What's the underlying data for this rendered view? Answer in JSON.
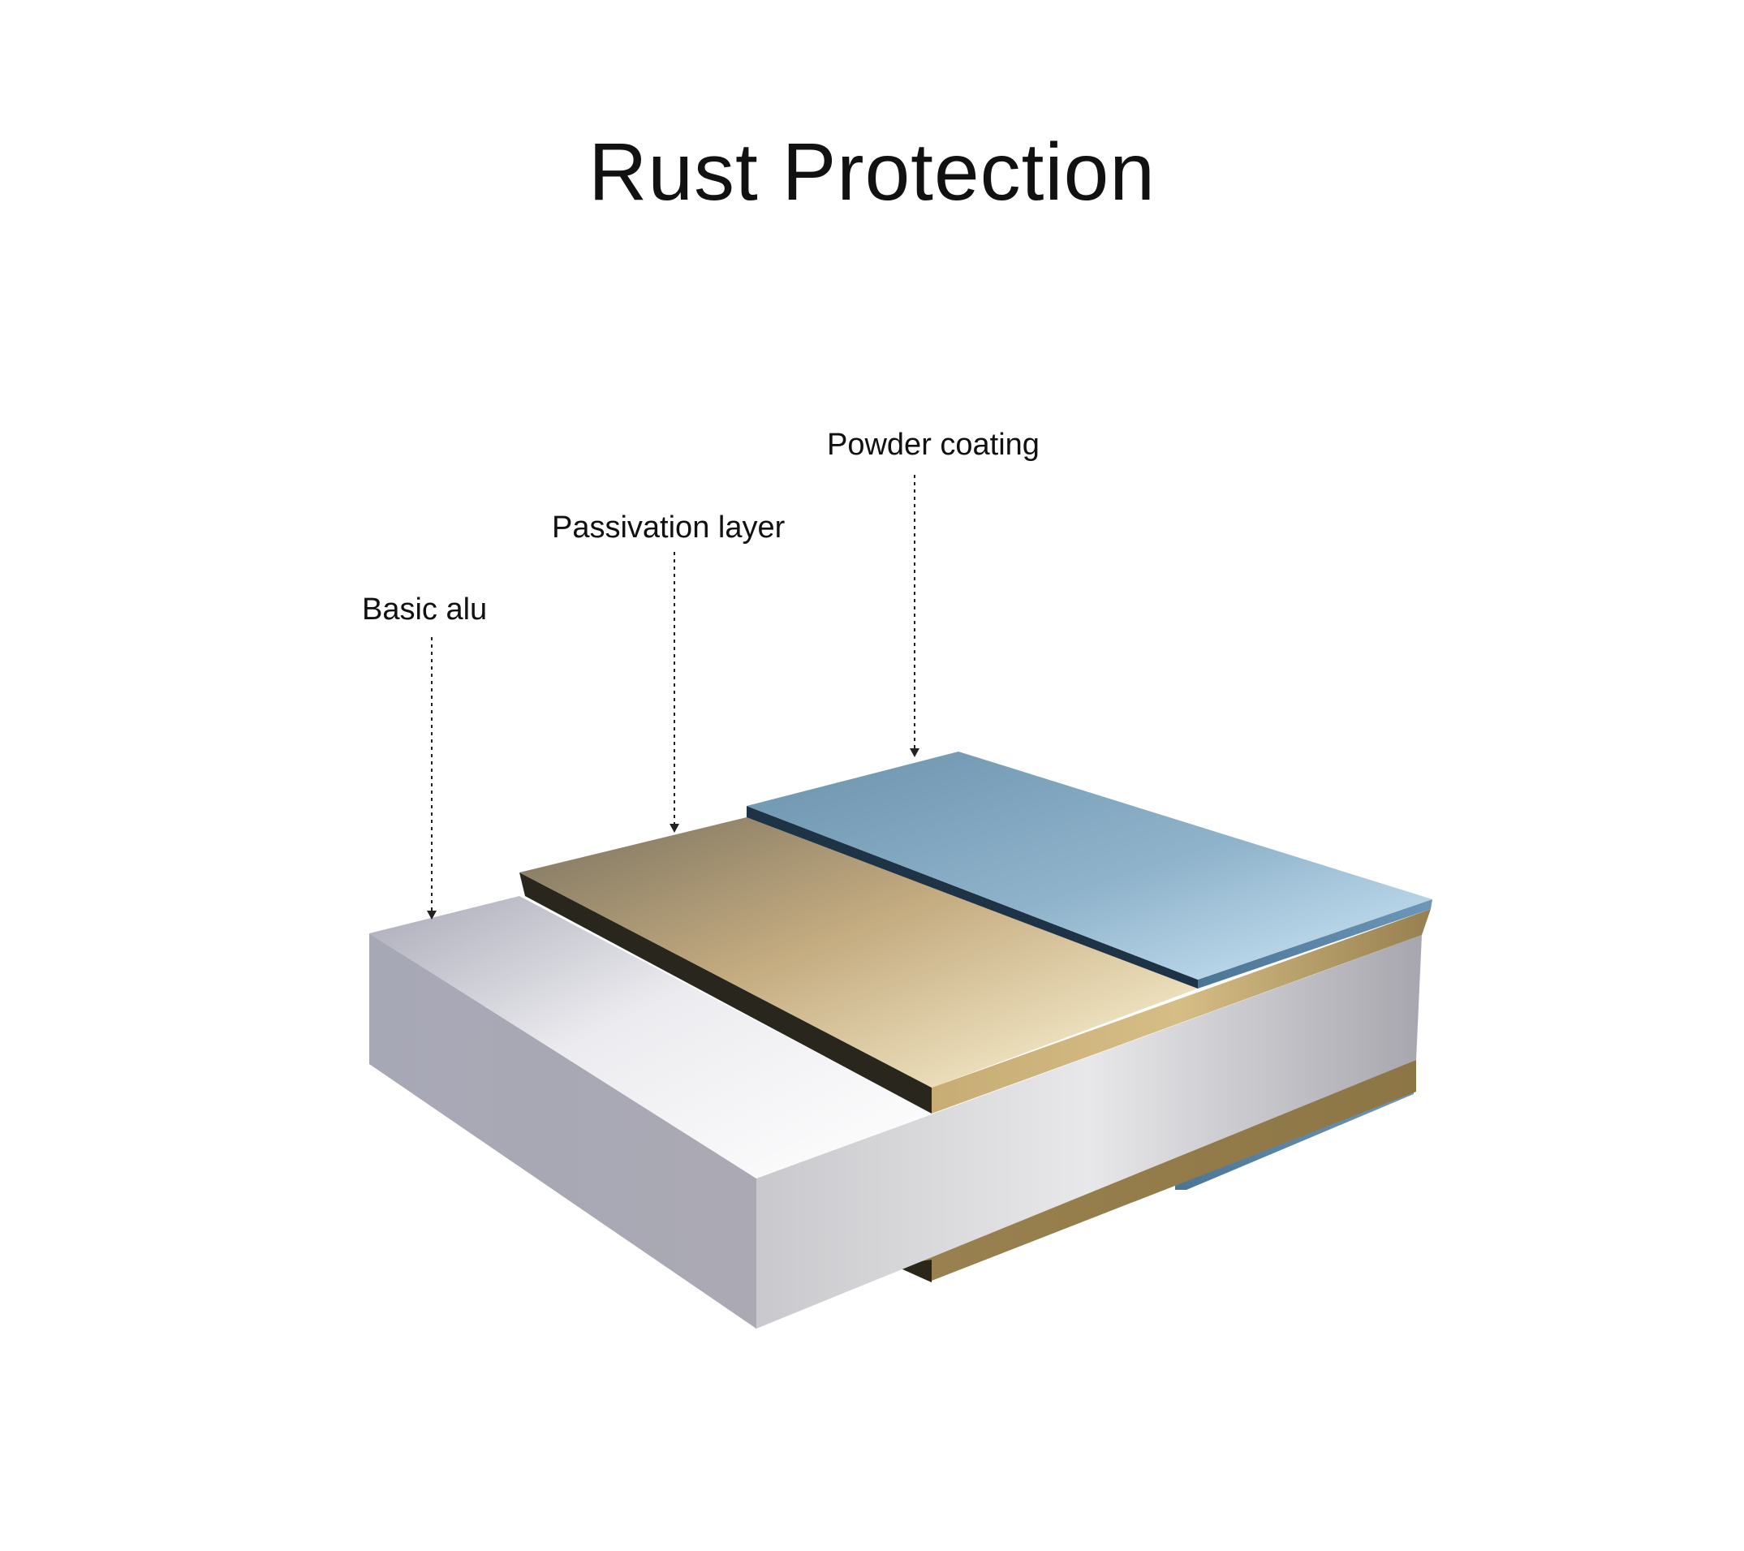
{
  "title": "Rust Protection",
  "callouts": {
    "basic_alu": "Basic alu",
    "passivation_layer": "Passivation layer",
    "powder_coating": "Powder coating"
  },
  "colors": {
    "aluminium": "#d6d6da",
    "passivation": "#c8b07a",
    "powder": "#7ea6c2"
  }
}
